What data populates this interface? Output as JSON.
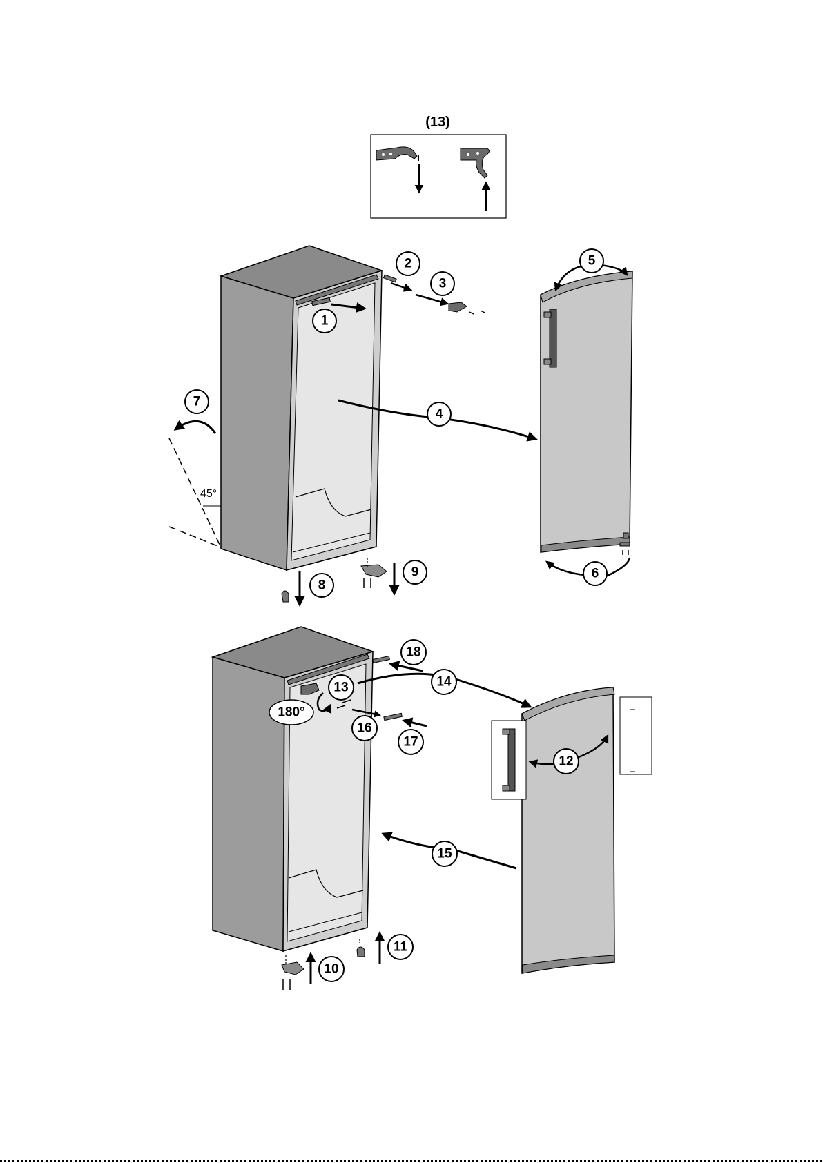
{
  "inset": {
    "title": "(13)"
  },
  "steps": [
    "1",
    "2",
    "3",
    "4",
    "5",
    "6",
    "7",
    "8",
    "9",
    "10",
    "11",
    "12",
    "13",
    "14",
    "15",
    "16",
    "17",
    "18"
  ],
  "annotations": {
    "angle": "45°",
    "rotation": "180°"
  },
  "colors": {
    "ink": "#000000",
    "cabinet_side": "#9a9a9a",
    "cabinet_front": "#c8c8c8",
    "cabinet_top": "#8a8a8a",
    "door": "#c4c4c4",
    "handle": "#555555",
    "background": "#ffffff"
  }
}
